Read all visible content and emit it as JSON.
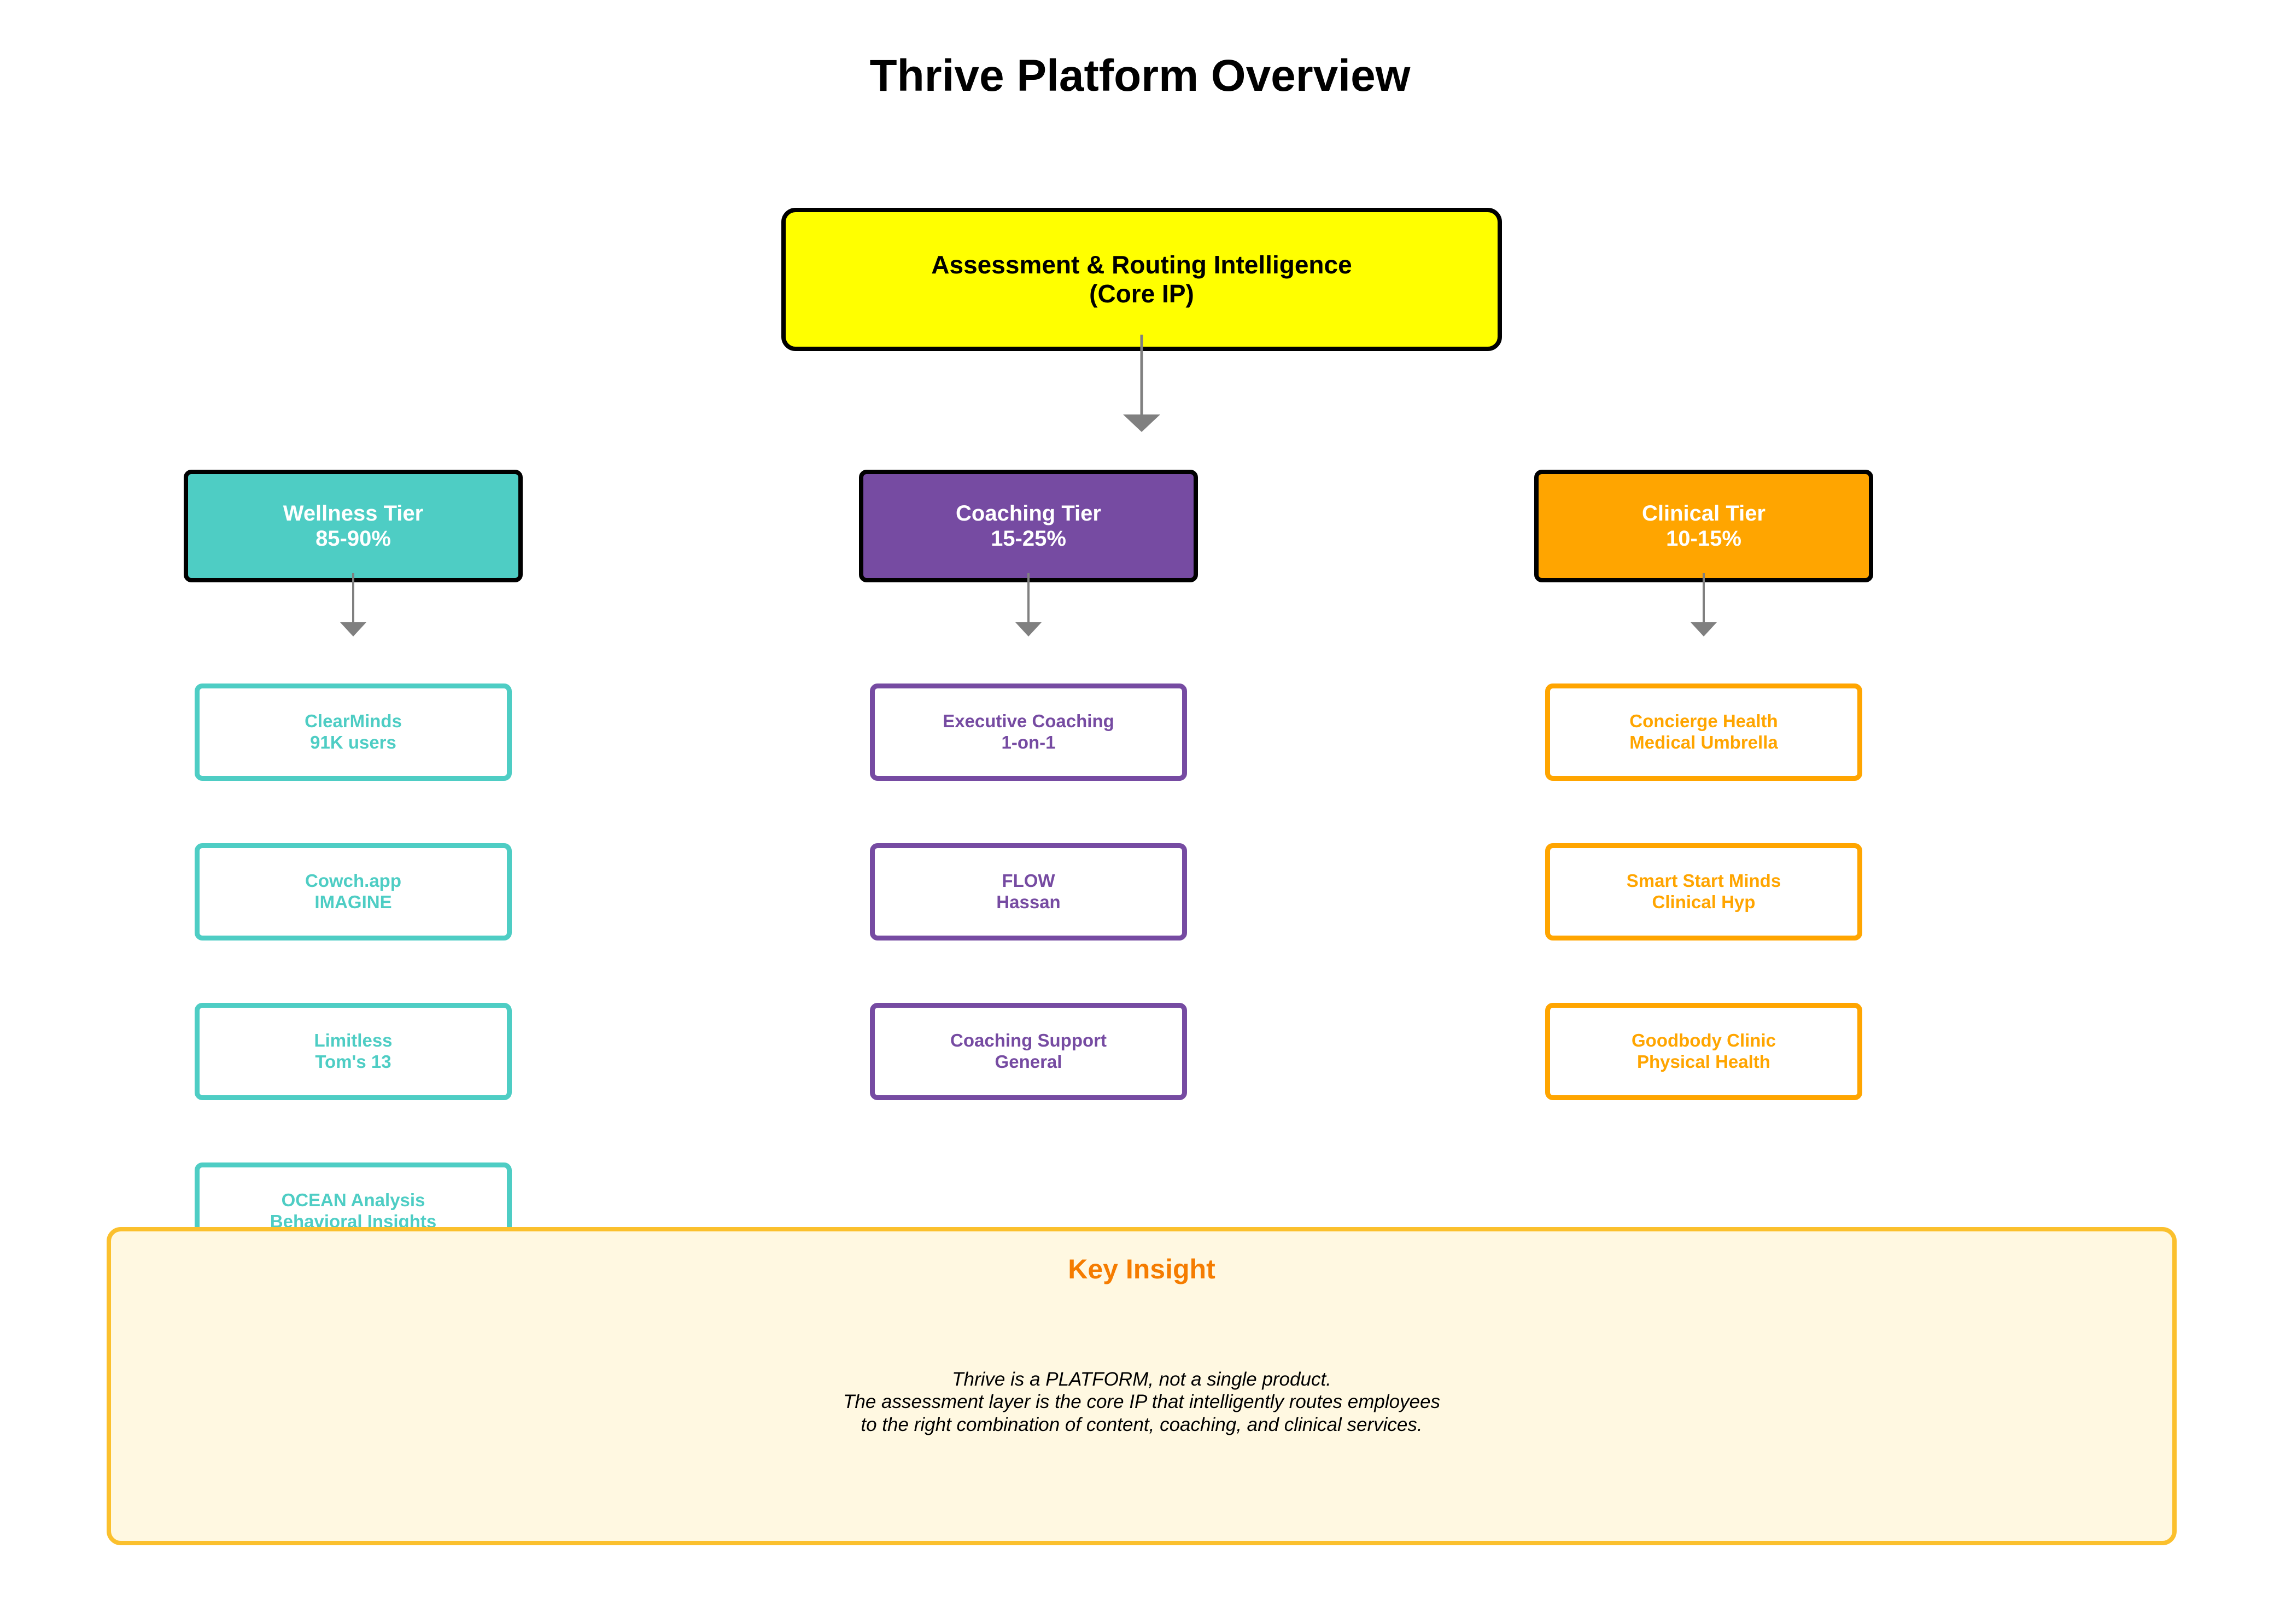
{
  "title": "Thrive Platform Overview",
  "core": {
    "line1": "Assessment & Routing Intelligence",
    "line2": "(Core IP)",
    "color": "#ffff00"
  },
  "tiers": [
    {
      "name": "Wellness Tier",
      "share": "85-90%",
      "color": "#4ecdc4",
      "services": [
        {
          "line1": "ClearMinds",
          "line2": "91K users"
        },
        {
          "line1": "Cowch.app",
          "line2": "IMAGINE"
        },
        {
          "line1": "Limitless",
          "line2": "Tom's 13"
        },
        {
          "line1": "OCEAN Analysis",
          "line2": "Behavioral Insights"
        }
      ]
    },
    {
      "name": "Coaching Tier",
      "share": "15-25%",
      "color": "#764ba2",
      "services": [
        {
          "line1": "Executive Coaching",
          "line2": "1-on-1"
        },
        {
          "line1": "FLOW",
          "line2": "Hassan"
        },
        {
          "line1": "Coaching Support",
          "line2": "General"
        }
      ]
    },
    {
      "name": "Clinical Tier",
      "share": "10-15%",
      "color": "#ffa500",
      "services": [
        {
          "line1": "Concierge Health",
          "line2": "Medical Umbrella"
        },
        {
          "line1": "Smart Start Minds",
          "line2": "Clinical Hyp"
        },
        {
          "line1": "Goodbody Clinic",
          "line2": "Physical Health"
        }
      ]
    }
  ],
  "insight": {
    "title": "Key Insight",
    "line1": "Thrive is a PLATFORM, not a single product.",
    "line2": "The assessment layer is the core IP that intelligently routes employees",
    "line3": "to the right combination of content, coaching, and clinical services."
  }
}
